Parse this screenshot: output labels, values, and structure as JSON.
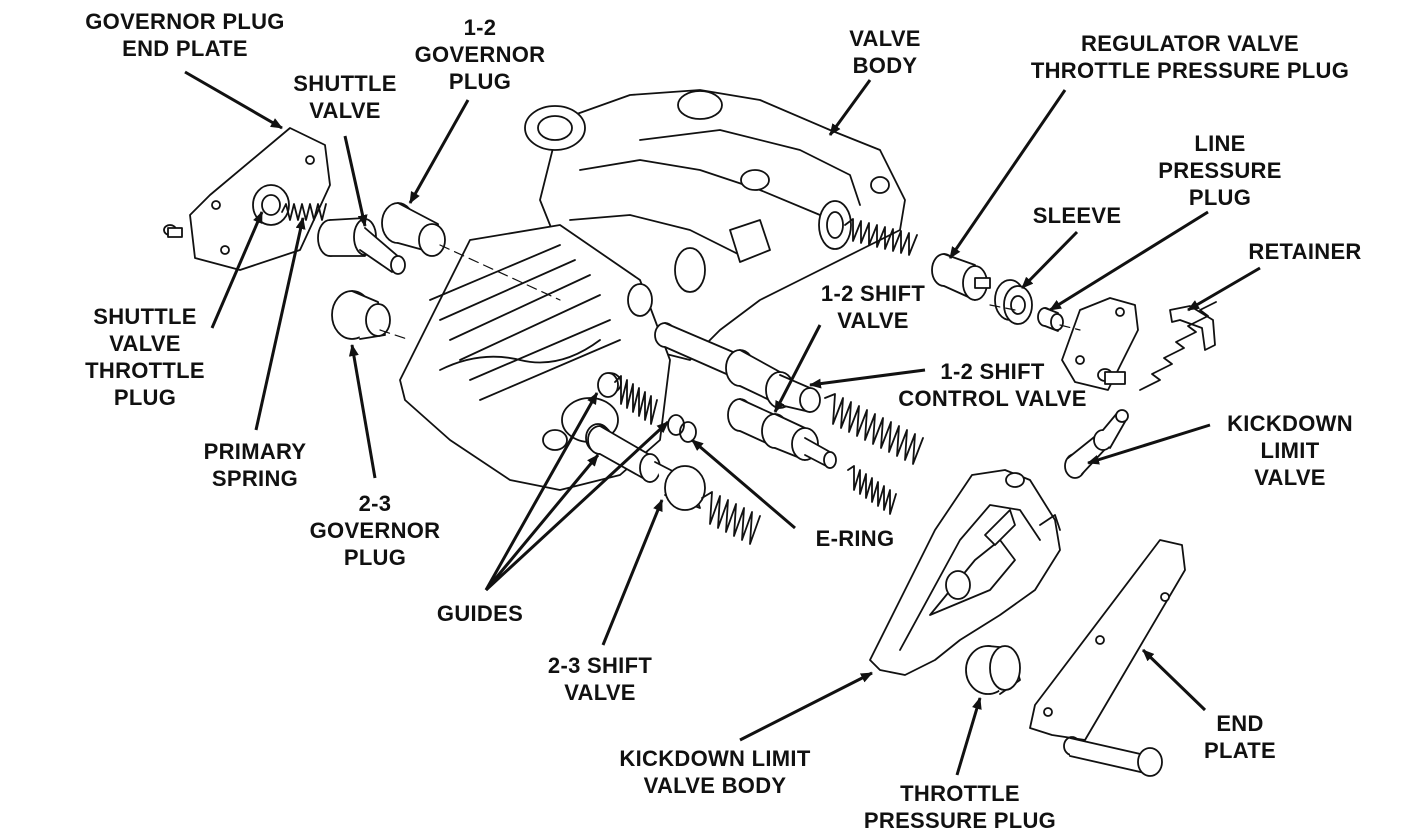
{
  "labels": {
    "governor_plug_end_plate": [
      "GOVERNOR PLUG",
      "END PLATE"
    ],
    "shuttle_valve": [
      "SHUTTLE",
      "VALVE"
    ],
    "gov_12_plug": [
      "1-2",
      "GOVERNOR",
      "PLUG"
    ],
    "valve_body": [
      "VALVE",
      "BODY"
    ],
    "regulator_tpp": [
      "REGULATOR VALVE",
      "THROTTLE PRESSURE PLUG"
    ],
    "line_pressure_plug": [
      "LINE",
      "PRESSURE",
      "PLUG"
    ],
    "sleeve": [
      "SLEEVE"
    ],
    "retainer": [
      "RETAINER"
    ],
    "shuttle_valve_throttle_plug": [
      "SHUTTLE",
      "VALVE",
      "THROTTLE",
      "PLUG"
    ],
    "primary_spring": [
      "PRIMARY",
      "SPRING"
    ],
    "gov_23_plug": [
      "2-3",
      "GOVERNOR",
      "PLUG"
    ],
    "shift_12_valve": [
      "1-2 SHIFT",
      "VALVE"
    ],
    "shift_12_control_valve": [
      "1-2 SHIFT",
      "CONTROL VALVE"
    ],
    "kickdown_limit_valve": [
      "KICKDOWN",
      "LIMIT",
      "VALVE"
    ],
    "e_ring": [
      "E-RING"
    ],
    "guides": [
      "GUIDES"
    ],
    "shift_23_valve": [
      "2-3 SHIFT",
      "VALVE"
    ],
    "kickdown_limit_valve_body": [
      "KICKDOWN LIMIT",
      "VALVE BODY"
    ],
    "throttle_pressure_plug": [
      "THROTTLE",
      "PRESSURE PLUG"
    ],
    "end_plate": [
      "END",
      "PLATE"
    ]
  },
  "colors": {
    "ink": "#111111",
    "paper": "#ffffff"
  }
}
